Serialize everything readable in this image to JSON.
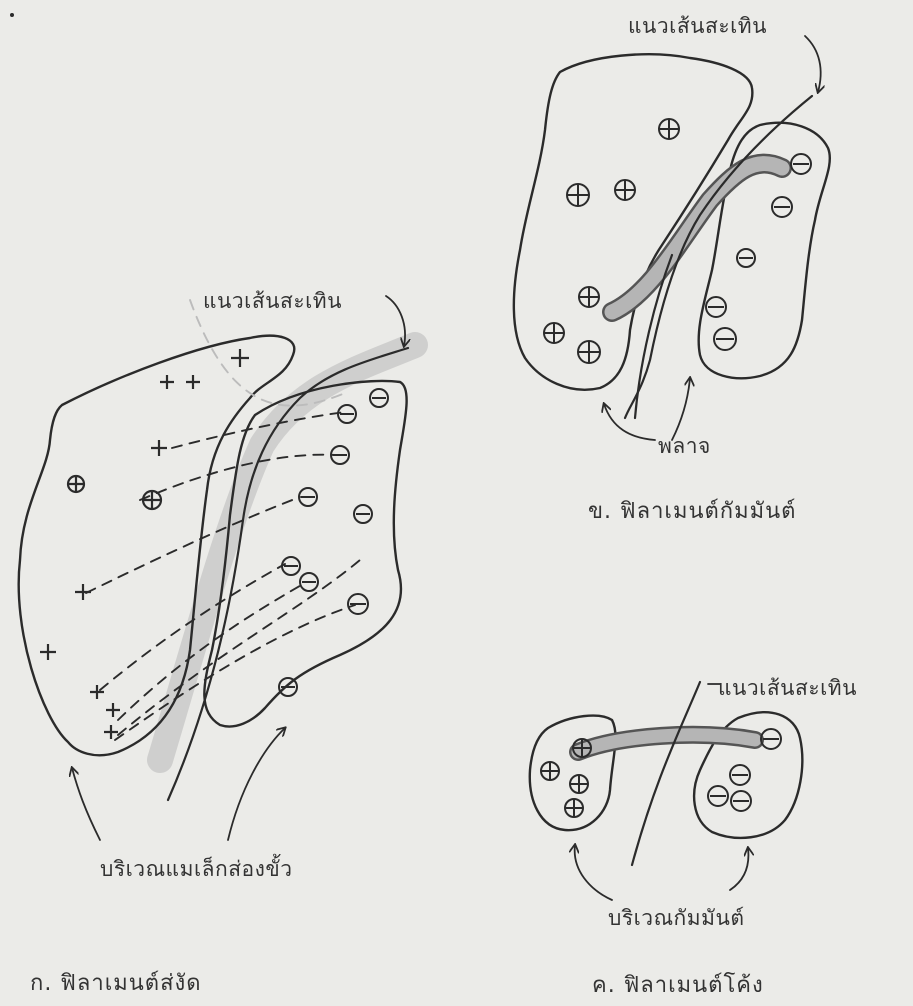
{
  "labels": {
    "neutral_line": "แนวเส้นสะเทิน",
    "plage": "พลาจ",
    "bipolar_region": "บริเวณแมเล็กส่องขั้ว",
    "active_region": "บริเวณกัมมันต์"
  },
  "captions": {
    "a": "ก.  ฟิลาเมนต์ส่งัด",
    "b": "ข.  ฟิลาเมนต์กัมมันต์",
    "c": "ค.  ฟิลาเมนต์โค้ง"
  },
  "symbols": {
    "positive": "+",
    "negative": "−"
  },
  "colors": {
    "ink": "#2b2b2b",
    "paper": "#ebebe8",
    "filament": "#b5b5b5"
  }
}
